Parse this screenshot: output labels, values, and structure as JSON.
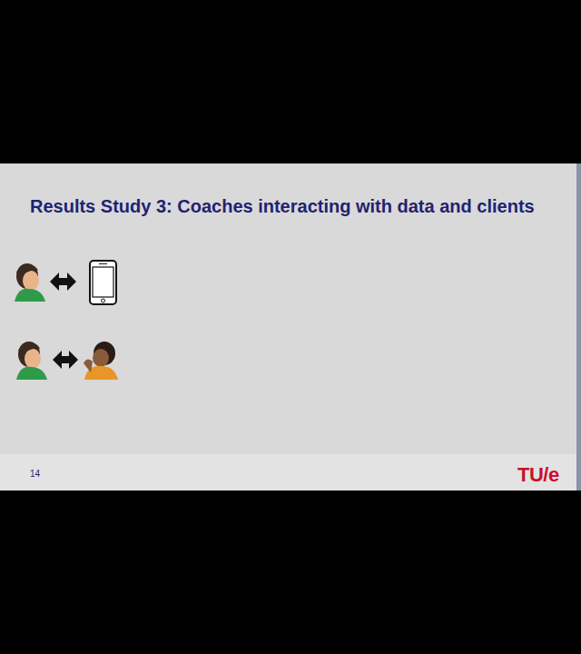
{
  "diagram": {
    "title": "Results Study 3: Coaches interacting with data and clients",
    "labels": [
      "14",
      "TU/e"
    ]
  }
}
